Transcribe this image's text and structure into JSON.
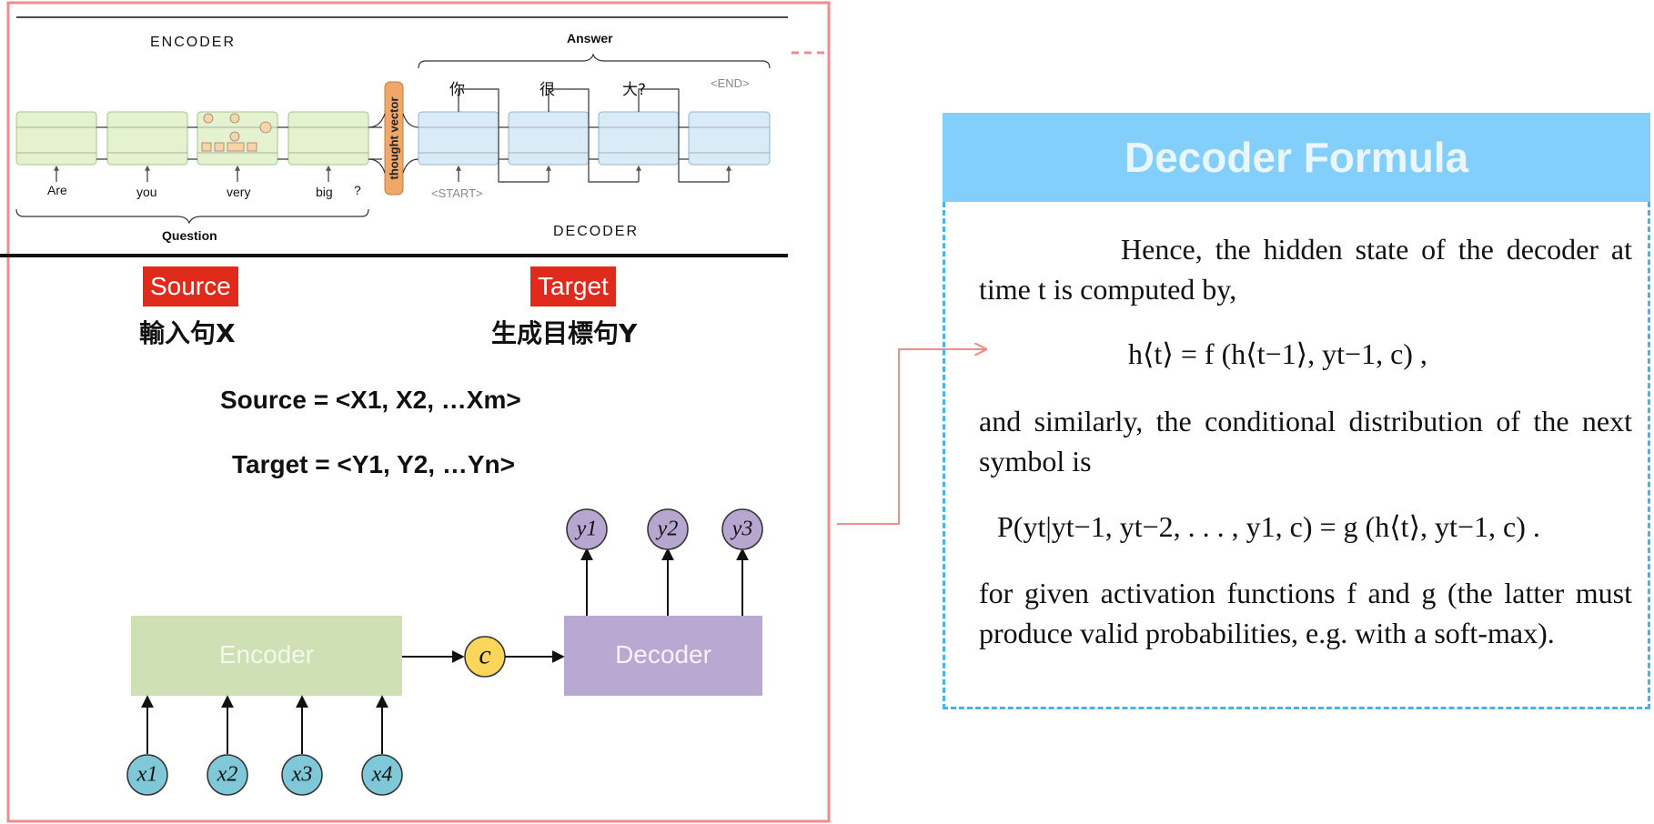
{
  "encoder_diagram": {
    "encoder_label": "ENCODER",
    "decoder_label": "DECODER",
    "answer_label": "Answer",
    "question_label": "Question",
    "thought_vector_label": "thought vector",
    "input_words": [
      "Are",
      "you",
      "very",
      "big",
      "?"
    ],
    "output_words": [
      "你",
      "很",
      "大?",
      "<END>"
    ],
    "start_token": "<START>"
  },
  "source_tag": "Source",
  "target_tag": "Target",
  "source_cjk": "輸入句X",
  "target_cjk": "生成目標句Y",
  "source_eq": "Source = <X1, X2, …Xm>",
  "target_eq": "Target = <Y1, Y2, …Yn>",
  "seq2seq": {
    "encoder_label": "Encoder",
    "decoder_label": "Decoder",
    "context_label": "c",
    "inputs": [
      "x1",
      "x2",
      "x3",
      "x4"
    ],
    "outputs": [
      "y1",
      "y2",
      "y3"
    ]
  },
  "formula_panel": {
    "title": "Decoder  Formula",
    "para1": "Hence, the hidden state of the decoder at time t is computed by,",
    "eq1": "h⟨t⟩ = f (h⟨t−1⟩, yt−1, c) ,",
    "para2": "and similarly, the conditional distribution of the next symbol is",
    "eq2": "P(yt|yt−1, yt−2, . . . , y1, c) = g (h⟨t⟩, yt−1, c) .",
    "para3": "for given activation functions f and g (the latter must produce valid probabilities, e.g. with a soft-max)."
  },
  "colors": {
    "frame": "#f08c8a",
    "encoder_cell": "#e4f2cf",
    "decoder_cell": "#d9ebf7",
    "thought_vector": "#f0a86a",
    "tag_red": "#e02a1b",
    "encoder_box": "#cfe0b4",
    "decoder_box": "#b9a8d1",
    "context_circle": "#fbd65a",
    "input_circle": "#7ec8d8",
    "output_circle": "#b7a6cf",
    "panel_head": "#82cffb",
    "panel_border": "#49b2ea"
  }
}
